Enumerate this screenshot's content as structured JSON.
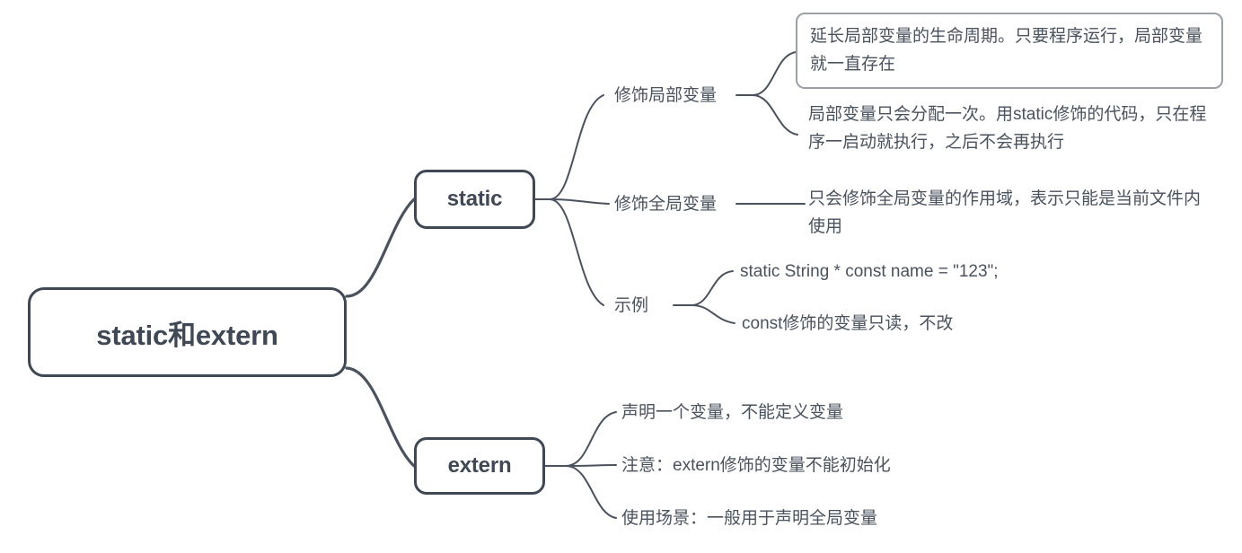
{
  "diagram": {
    "type": "mindmap",
    "title": "static和extern",
    "theme": {
      "node_border": "#3f4854",
      "node_text": "#3f4854",
      "leaf_text": "#4a525e",
      "connector": "#4a525e",
      "highlight_box_border": "#9aa0a6",
      "background": "#ffffff"
    },
    "root": {
      "label": "static和extern"
    },
    "branches": [
      {
        "label": "static",
        "children": [
          {
            "label": "修饰局部变量",
            "children": [
              {
                "label": "延长局部变量的生命周期。只要程序运行，局部变量就一直存在",
                "boxed": true
              },
              {
                "label": "局部变量只会分配一次。用static修饰的代码，只在程序一启动就执行，之后不会再执行",
                "boxed": false
              }
            ]
          },
          {
            "label": "修饰全局变量",
            "children": [
              {
                "label": "只会修饰全局变量的作用域，表示只能是当前文件内使用",
                "boxed": false
              }
            ]
          },
          {
            "label": "示例",
            "children": [
              {
                "label": "static String * const name = \"123\";",
                "boxed": false
              },
              {
                "label": "const修饰的变量只读，不改",
                "boxed": false
              }
            ]
          }
        ]
      },
      {
        "label": "extern",
        "children": [
          {
            "label": "声明一个变量，不能定义变量"
          },
          {
            "label": "注意：extern修饰的变量不能初始化"
          },
          {
            "label": "使用场景：一般用于声明全局变量"
          }
        ]
      }
    ]
  }
}
